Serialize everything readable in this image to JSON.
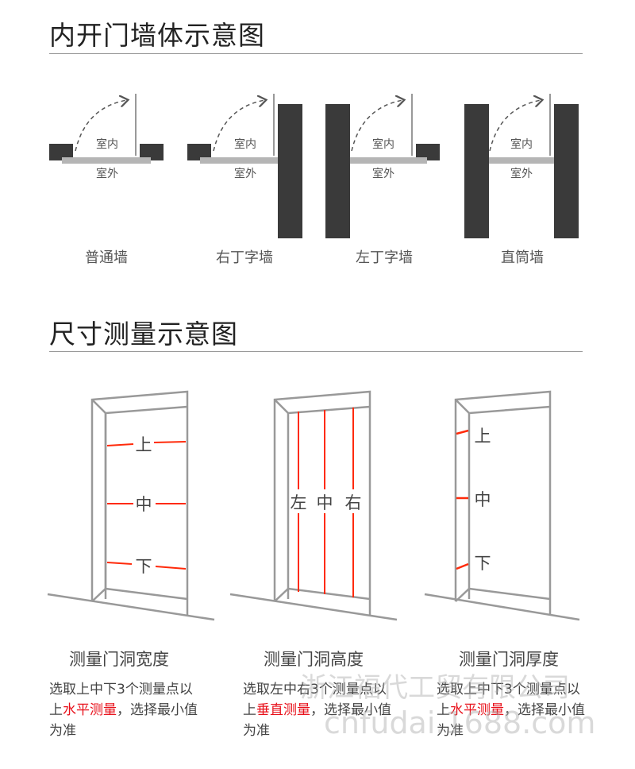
{
  "sections": {
    "wall_types_title": "内开门墙体示意图",
    "measure_title": "尺寸测量示意图"
  },
  "wall_diagram": {
    "indoor_label": "室内",
    "outdoor_label": "室外",
    "types": [
      "普通墙",
      "右丁字墙",
      "左丁字墙",
      "直筒墙"
    ]
  },
  "measurements": [
    {
      "title": "测量门洞宽度",
      "labels": [
        "上",
        "中",
        "下"
      ],
      "desc_before": "选取上中下3个测量点以上",
      "desc_highlight": "水平测量",
      "desc_after": "，选择最小值为准"
    },
    {
      "title": "测量门洞高度",
      "labels": [
        "左",
        "中",
        "右"
      ],
      "desc_before": "选取左中右3个测量点以上",
      "desc_highlight": "垂直测量",
      "desc_after": "，选择最小值为准"
    },
    {
      "title": "测量门洞厚度",
      "labels": [
        "上",
        "中",
        "下"
      ],
      "desc_before": "选取上中下3个测量点以上",
      "desc_highlight": "水平测量",
      "desc_after": "，选择最小值为准"
    }
  ],
  "watermark": {
    "line1": "浙江福代工贸有限公司",
    "line2": "cnfudai.1688.com"
  },
  "colors": {
    "wall": "#3a3a3a",
    "frame": "#b5b5b5",
    "measure_line": "#ff2a0a",
    "highlight_text": "#e8111b"
  }
}
